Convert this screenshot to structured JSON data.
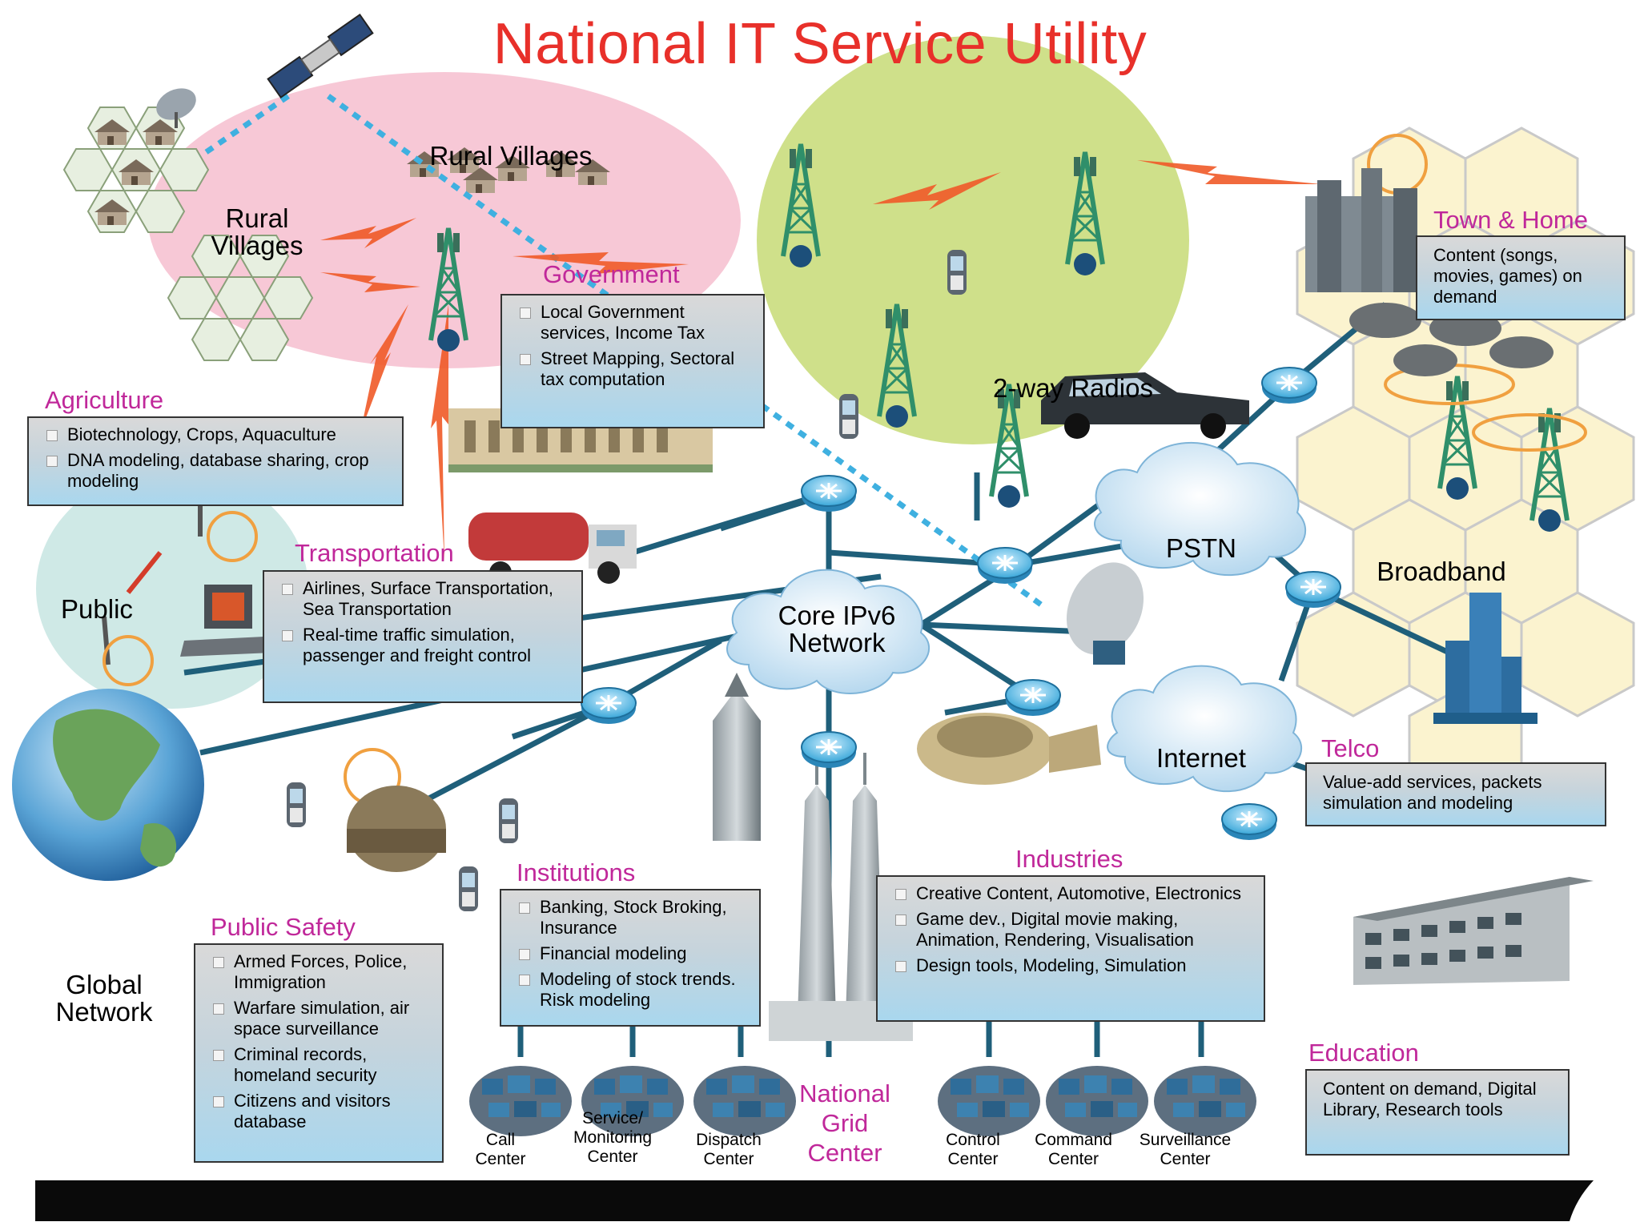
{
  "title": "National IT Service Utility",
  "labels": {
    "rural_villages_top": "Rural Villages",
    "rural_villages_left": "Rural Villages",
    "two_way_radios": "2-way Radios",
    "pstn": "PSTN",
    "broadband": "Broadband",
    "core_network": "Core IPv6 Network",
    "internet": "Internet",
    "public": "Public",
    "global_network": "Global Network"
  },
  "sectors": {
    "government": {
      "heading": "Government",
      "items": [
        "Local Government services, Income Tax",
        "Street Mapping, Sectoral tax computation"
      ]
    },
    "agriculture": {
      "heading": "Agriculture",
      "items": [
        "Biotechnology, Crops, Aquaculture",
        "DNA modeling, database sharing, crop modeling"
      ]
    },
    "transportation": {
      "heading": "Transportation",
      "items": [
        "Airlines, Surface Transportation, Sea Transportation",
        "Real-time traffic simulation, passenger and freight control"
      ]
    },
    "town_home": {
      "heading": "Town & Home",
      "text": "Content (songs, movies, games) on demand"
    },
    "telco": {
      "heading": "Telco",
      "text": "Value-add services, packets simulation and modeling"
    },
    "industries": {
      "heading": "Industries",
      "items": [
        "Creative Content, Automotive, Electronics",
        "Game dev., Digital movie making, Animation, Rendering, Visualisation",
        "Design tools, Modeling, Simulation"
      ]
    },
    "institutions": {
      "heading": "Institutions",
      "items": [
        "Banking, Stock Broking, Insurance",
        "Financial modeling",
        "Modeling of stock trends. Risk modeling"
      ]
    },
    "public_safety": {
      "heading": "Public Safety",
      "items": [
        "Armed Forces, Police, Immigration",
        "Warfare simulation, air space surveillance",
        "Criminal records, homeland security",
        "Citizens and visitors database"
      ]
    },
    "education": {
      "heading": "Education",
      "text": "Content on demand, Digital Library, Research tools"
    }
  },
  "grid_center": "National Grid Center",
  "centers": [
    {
      "label": "Call Center"
    },
    {
      "label": "Service/ Monitoring Center"
    },
    {
      "label": "Dispatch Center"
    },
    {
      "label": "Control Center"
    },
    {
      "label": "Command Center"
    },
    {
      "label": "Surveillance Center"
    }
  ],
  "colors": {
    "title": "#e8302a",
    "heading": "#c0289a",
    "link": "#1f5f7a",
    "satellite_link": "#3fb0e0",
    "wireless": "#f05a28",
    "rural_zone": "#f7c8d6",
    "radio_zone": "#cfe08a",
    "public_zone": "#cfe9e6",
    "hex_zone": "#fbf3cf"
  }
}
